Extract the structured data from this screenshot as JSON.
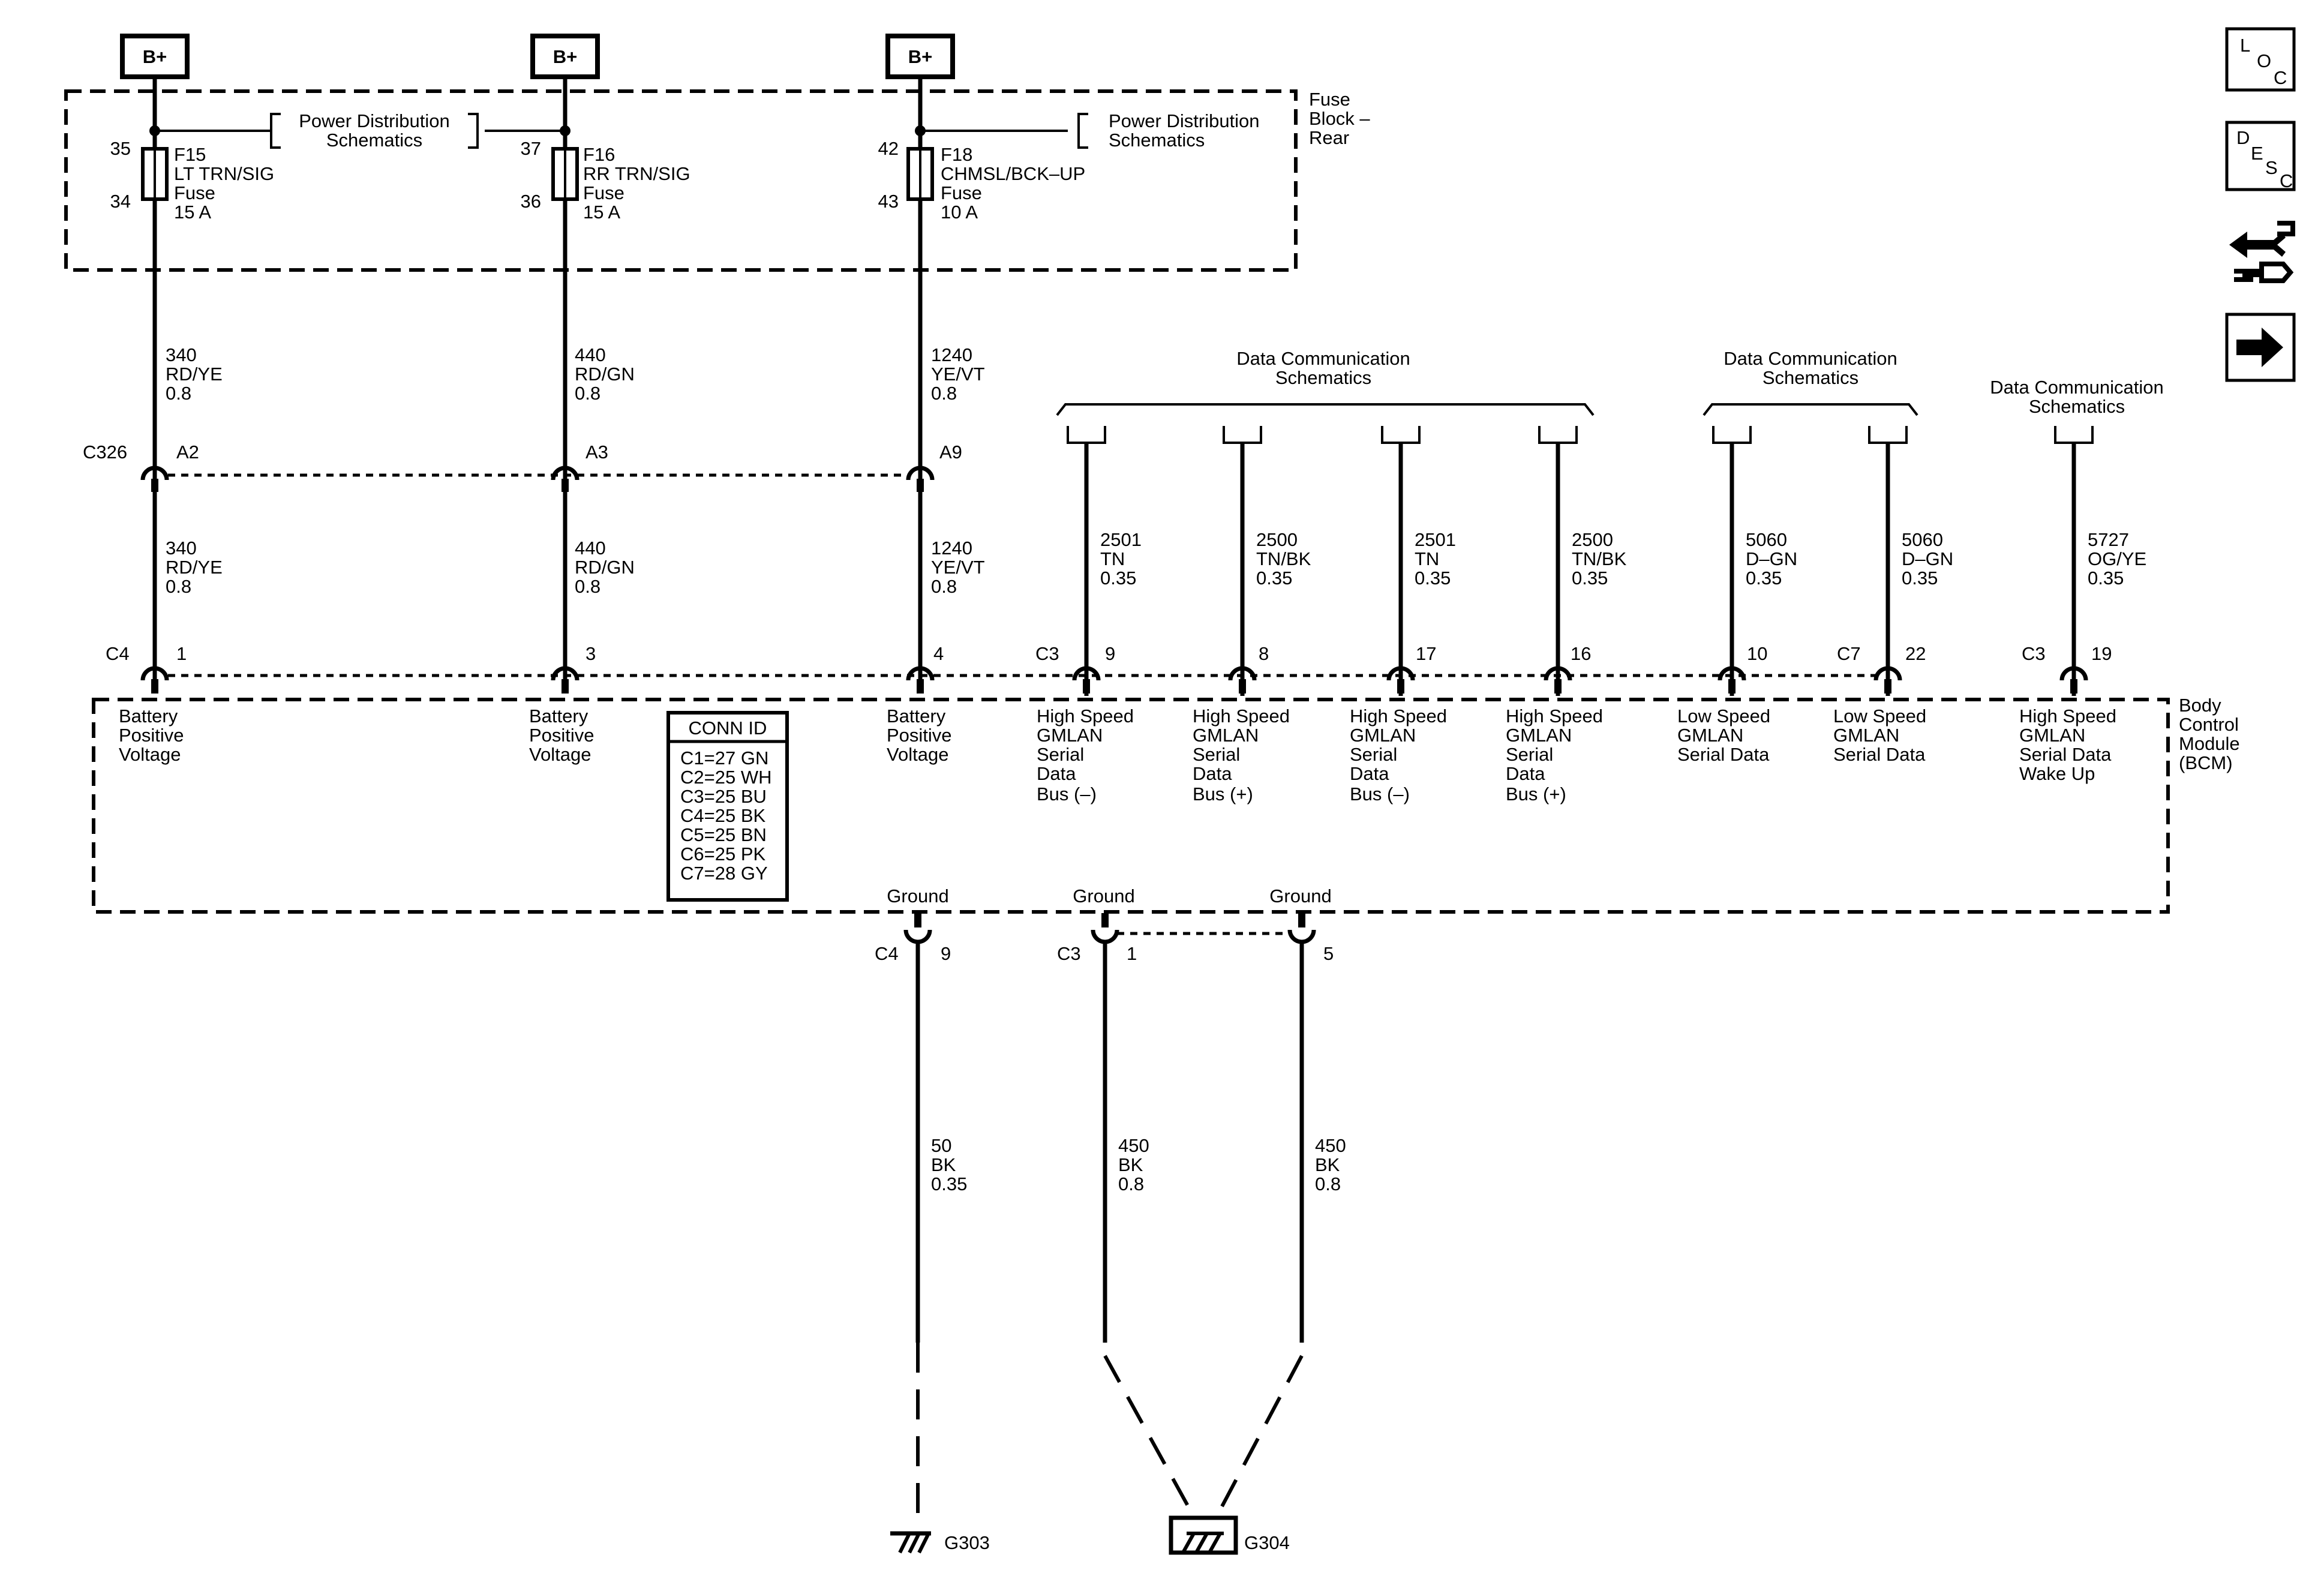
{
  "supplies": [
    "B+",
    "B+",
    "B+"
  ],
  "fuse_block": {
    "label_lines": [
      "Fuse",
      "Block –",
      "Rear"
    ],
    "ref_left": [
      "Power Distribution",
      "Schematics"
    ],
    "ref_right": [
      "Power Distribution",
      "Schematics"
    ],
    "fuses": [
      {
        "pin_top": "35",
        "pin_bottom": "34",
        "lines": [
          "F15",
          "LT TRN/SIG",
          "Fuse",
          "15 A"
        ]
      },
      {
        "pin_top": "37",
        "pin_bottom": "36",
        "lines": [
          "F16",
          "RR TRN/SIG",
          "Fuse",
          "15 A"
        ]
      },
      {
        "pin_top": "42",
        "pin_bottom": "43",
        "lines": [
          "F18",
          "CHMSL/BCK–UP",
          "Fuse",
          "10 A"
        ]
      }
    ]
  },
  "power_circuits": [
    {
      "upper": [
        "340",
        "RD/YE",
        "0.8"
      ],
      "lower": [
        "340",
        "RD/YE",
        "0.8"
      ],
      "c326_pin": "A2",
      "bcm_pin": "1",
      "bcm_label": [
        "Battery",
        "Positive",
        "Voltage"
      ]
    },
    {
      "upper": [
        "440",
        "RD/GN",
        "0.8"
      ],
      "lower": [
        "440",
        "RD/GN",
        "0.8"
      ],
      "c326_pin": "A3",
      "bcm_pin": "3",
      "bcm_label": [
        "Battery",
        "Positive",
        "Voltage"
      ]
    },
    {
      "upper": [
        "1240",
        "YE/VT",
        "0.8"
      ],
      "lower": [
        "1240",
        "YE/VT",
        "0.8"
      ],
      "c326_pin": "A9",
      "bcm_pin": "4",
      "bcm_label": [
        "Battery",
        "Positive",
        "Voltage"
      ]
    }
  ],
  "connectors": {
    "c326": "C326",
    "c4": "C4",
    "c3": "C3",
    "c7": "C7"
  },
  "data_refs": [
    [
      "Data Communication",
      "Schematics"
    ],
    [
      "Data Communication",
      "Schematics"
    ],
    [
      "Data Communication",
      "Schematics"
    ]
  ],
  "data_circuits": [
    {
      "wire": [
        "2501",
        "TN",
        "0.35"
      ],
      "pin": "9",
      "label": [
        "High Speed",
        "GMLAN",
        "Serial",
        "Data",
        "Bus (–)"
      ]
    },
    {
      "wire": [
        "2500",
        "TN/BK",
        "0.35"
      ],
      "pin": "8",
      "label": [
        "High Speed",
        "GMLAN",
        "Serial",
        "Data",
        "Bus (+)"
      ]
    },
    {
      "wire": [
        "2501",
        "TN",
        "0.35"
      ],
      "pin": "17",
      "label": [
        "High Speed",
        "GMLAN",
        "Serial",
        "Data",
        "Bus (–)"
      ]
    },
    {
      "wire": [
        "2500",
        "TN/BK",
        "0.35"
      ],
      "pin": "16",
      "label": [
        "High Speed",
        "GMLAN",
        "Serial",
        "Data",
        "Bus (+)"
      ]
    },
    {
      "wire": [
        "5060",
        "D–GN",
        "0.35"
      ],
      "pin": "10",
      "label": [
        "Low Speed",
        "GMLAN",
        "Serial Data"
      ]
    },
    {
      "wire": [
        "5060",
        "D–GN",
        "0.35"
      ],
      "pin": "22",
      "label": [
        "Low Speed",
        "GMLAN",
        "Serial Data"
      ]
    },
    {
      "wire": [
        "5727",
        "OG/YE",
        "0.35"
      ],
      "pin": "19",
      "label": [
        "High Speed",
        "GMLAN",
        "Serial Data",
        "Wake Up"
      ]
    }
  ],
  "bcm": {
    "label_lines": [
      "Body",
      "Control",
      "Module",
      "(BCM)"
    ]
  },
  "conn_id": {
    "title": "CONN ID",
    "rows": [
      "C1=27 GN",
      "C2=25 WH",
      "C3=25 BU",
      "C4=25 BK",
      "C5=25 BN",
      "C6=25 PK",
      "C7=28 GY"
    ]
  },
  "grounds": [
    {
      "label": "Ground",
      "pin": "9",
      "wire": [
        "50",
        "BK",
        "0.35"
      ]
    },
    {
      "label": "Ground",
      "pin": "1",
      "wire": [
        "450",
        "BK",
        "0.8"
      ]
    },
    {
      "label": "Ground",
      "pin": "5",
      "wire": [
        "450",
        "BK",
        "0.8"
      ]
    }
  ],
  "ground_points": [
    "G303",
    "G304"
  ],
  "side_icons": [
    {
      "name": "loc-icon",
      "letters": [
        "L",
        "O",
        "C"
      ]
    },
    {
      "name": "desc-icon",
      "letters": [
        "D",
        "E",
        "S",
        "C"
      ]
    },
    {
      "name": "connector-end-view-icon"
    },
    {
      "name": "next-page-arrow-icon"
    }
  ]
}
